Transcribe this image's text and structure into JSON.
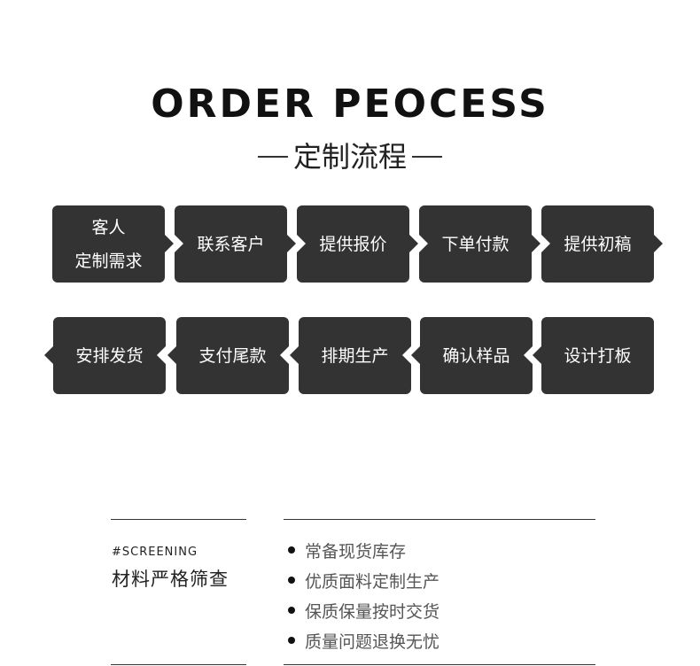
{
  "header": {
    "title": "ORDER PEOCESS",
    "subtitle": "定制流程"
  },
  "flow": {
    "row1": [
      {
        "lines": [
          "客人",
          "定制需求"
        ]
      },
      {
        "lines": [
          "联系客户"
        ]
      },
      {
        "lines": [
          "提供报价"
        ]
      },
      {
        "lines": [
          "下单付款"
        ]
      },
      {
        "lines": [
          "提供初稿"
        ]
      }
    ],
    "row2": [
      {
        "lines": [
          "安排发货"
        ]
      },
      {
        "lines": [
          "支付尾款"
        ]
      },
      {
        "lines": [
          "排期生产"
        ]
      },
      {
        "lines": [
          "确认样品"
        ]
      },
      {
        "lines": [
          "设计打板"
        ]
      }
    ]
  },
  "screening": {
    "tag": "#SCREENING",
    "heading": "材料严格筛查",
    "features": [
      "常备现货库存",
      "优质面料定制生产",
      "保质保量按时交货",
      "质量问题退换无忧"
    ]
  },
  "colors": {
    "box": "#333333",
    "text_on_box": "#ffffff",
    "feature_text": "#555555"
  }
}
